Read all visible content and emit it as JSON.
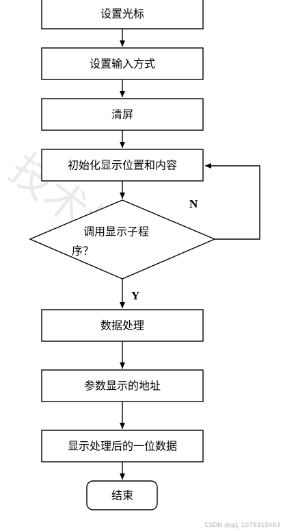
{
  "nodes": {
    "set_cursor": "设置光标",
    "set_input_mode": "设置输入方式",
    "clear_screen": "清屏",
    "init_display": "初始化显示位置和内容",
    "decision_line1": "调用显示子程",
    "decision_line2": "序？",
    "data_processing": "数据处理",
    "param_display_address": "参数显示的地址",
    "show_processed_digit": "显示处理后的一位数据",
    "end": "结束"
  },
  "edge_labels": {
    "no": "N",
    "yes": "Y"
  },
  "watermark": {
    "text": "技术博客"
  },
  "footer": {
    "credit": "CSDN @qq_1076315463"
  }
}
